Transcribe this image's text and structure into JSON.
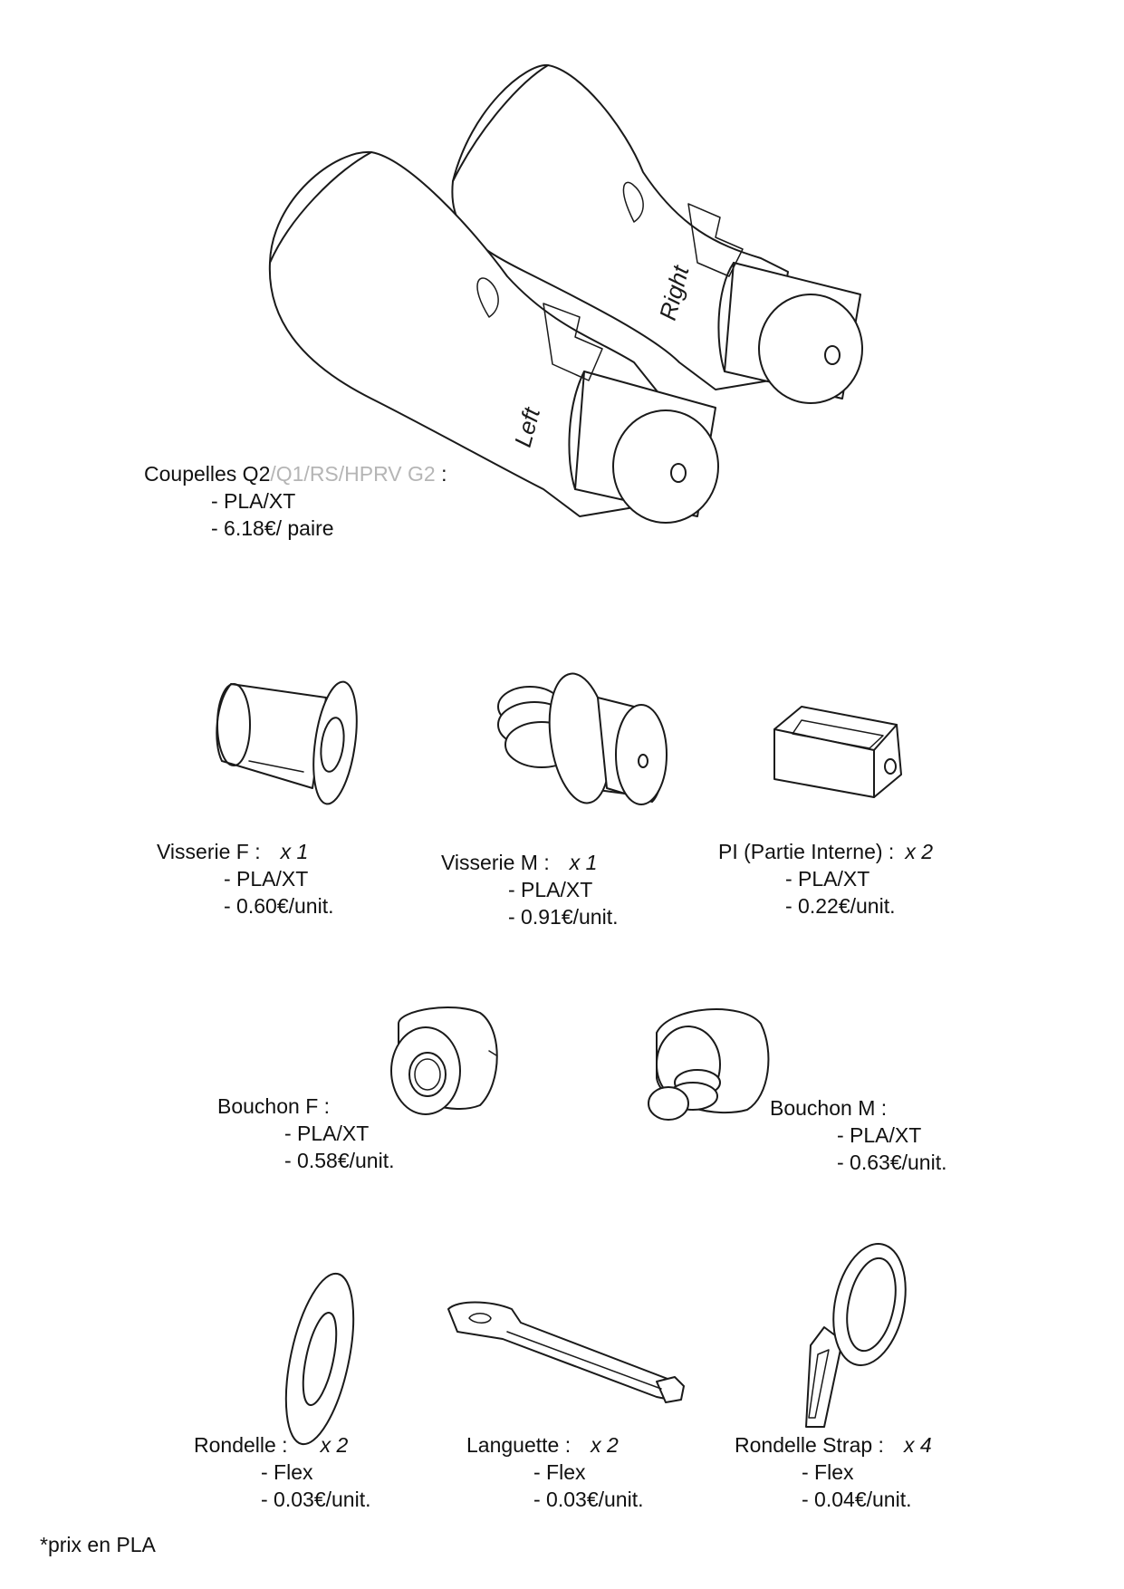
{
  "parts": {
    "coupelles": {
      "name": "Coupelles Q2",
      "variants": "/Q1/RS/HPRV G2",
      "sep": " :",
      "material": "- PLA/XT",
      "price": "- 6.18€/ paire",
      "engraving_left": "Left",
      "engraving_right": "Right"
    },
    "visserie_f": {
      "name": "Visserie F :",
      "qty": "x 1",
      "material": "- PLA/XT",
      "price": "- 0.60€/unit."
    },
    "visserie_m": {
      "name": "Visserie M :",
      "qty": "x 1",
      "material": "- PLA/XT",
      "price": "- 0.91€/unit."
    },
    "pi": {
      "name": "PI (Partie Interne) :",
      "qty": "x 2",
      "material": "- PLA/XT",
      "price": "- 0.22€/unit."
    },
    "bouchon_f": {
      "name": "Bouchon F :",
      "material": "- PLA/XT",
      "price": "- 0.58€/unit."
    },
    "bouchon_m": {
      "name": "Bouchon M :",
      "material": "- PLA/XT",
      "price": "- 0.63€/unit."
    },
    "rondelle": {
      "name": "Rondelle :",
      "qty": "x 2",
      "material": "- Flex",
      "price": "- 0.03€/unit."
    },
    "languette": {
      "name": "Languette :",
      "qty": "x 2",
      "material": "- Flex",
      "price": "- 0.03€/unit."
    },
    "rondelle_strap": {
      "name": "Rondelle Strap :",
      "qty": "x 4",
      "material": "- Flex",
      "price": "- 0.04€/unit."
    }
  },
  "footnote": "*prix en PLA"
}
